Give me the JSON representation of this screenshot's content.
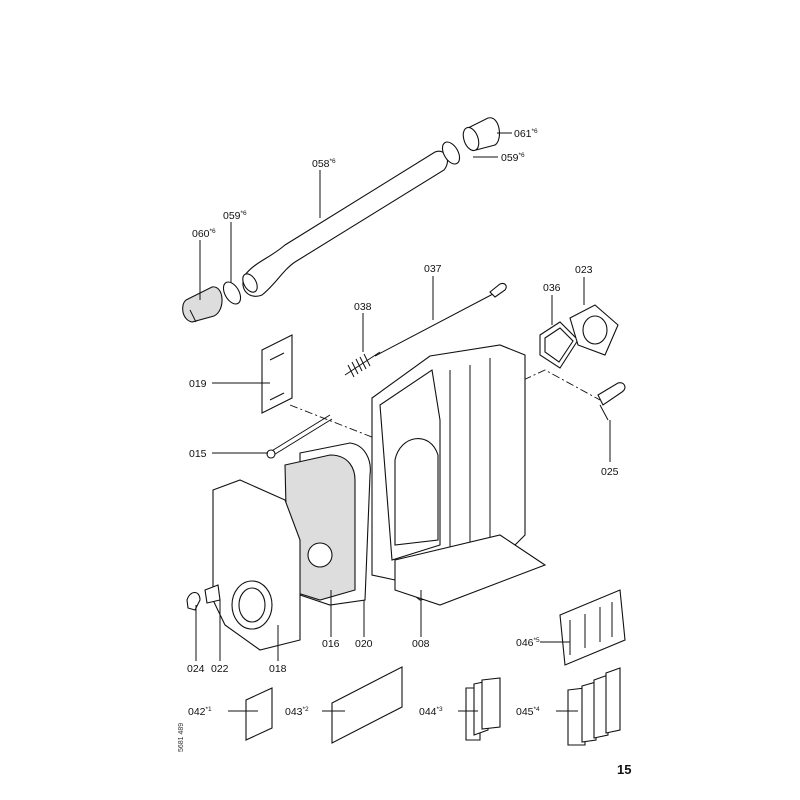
{
  "diagram": {
    "labels": {
      "p061": {
        "num": "061",
        "sup": "*6"
      },
      "p059a": {
        "num": "059",
        "sup": "*6"
      },
      "p058": {
        "num": "058",
        "sup": "*6"
      },
      "p059b": {
        "num": "059",
        "sup": "*6"
      },
      "p060": {
        "num": "060",
        "sup": "*6"
      },
      "p037": {
        "num": "037"
      },
      "p038": {
        "num": "038"
      },
      "p036": {
        "num": "036"
      },
      "p023": {
        "num": "023"
      },
      "p019": {
        "num": "019"
      },
      "p015": {
        "num": "015"
      },
      "p025": {
        "num": "025"
      },
      "p024": {
        "num": "024"
      },
      "p022": {
        "num": "022"
      },
      "p018": {
        "num": "018"
      },
      "p016": {
        "num": "016"
      },
      "p020": {
        "num": "020"
      },
      "p008": {
        "num": "008"
      },
      "p046": {
        "num": "046",
        "sup": "*5"
      },
      "p042": {
        "num": "042",
        "sup": "*1"
      },
      "p043": {
        "num": "043",
        "sup": "*2"
      },
      "p044": {
        "num": "044",
        "sup": "*3"
      },
      "p045": {
        "num": "045",
        "sup": "*4"
      }
    },
    "drawing_code": "5681 489",
    "page_number": "15"
  }
}
